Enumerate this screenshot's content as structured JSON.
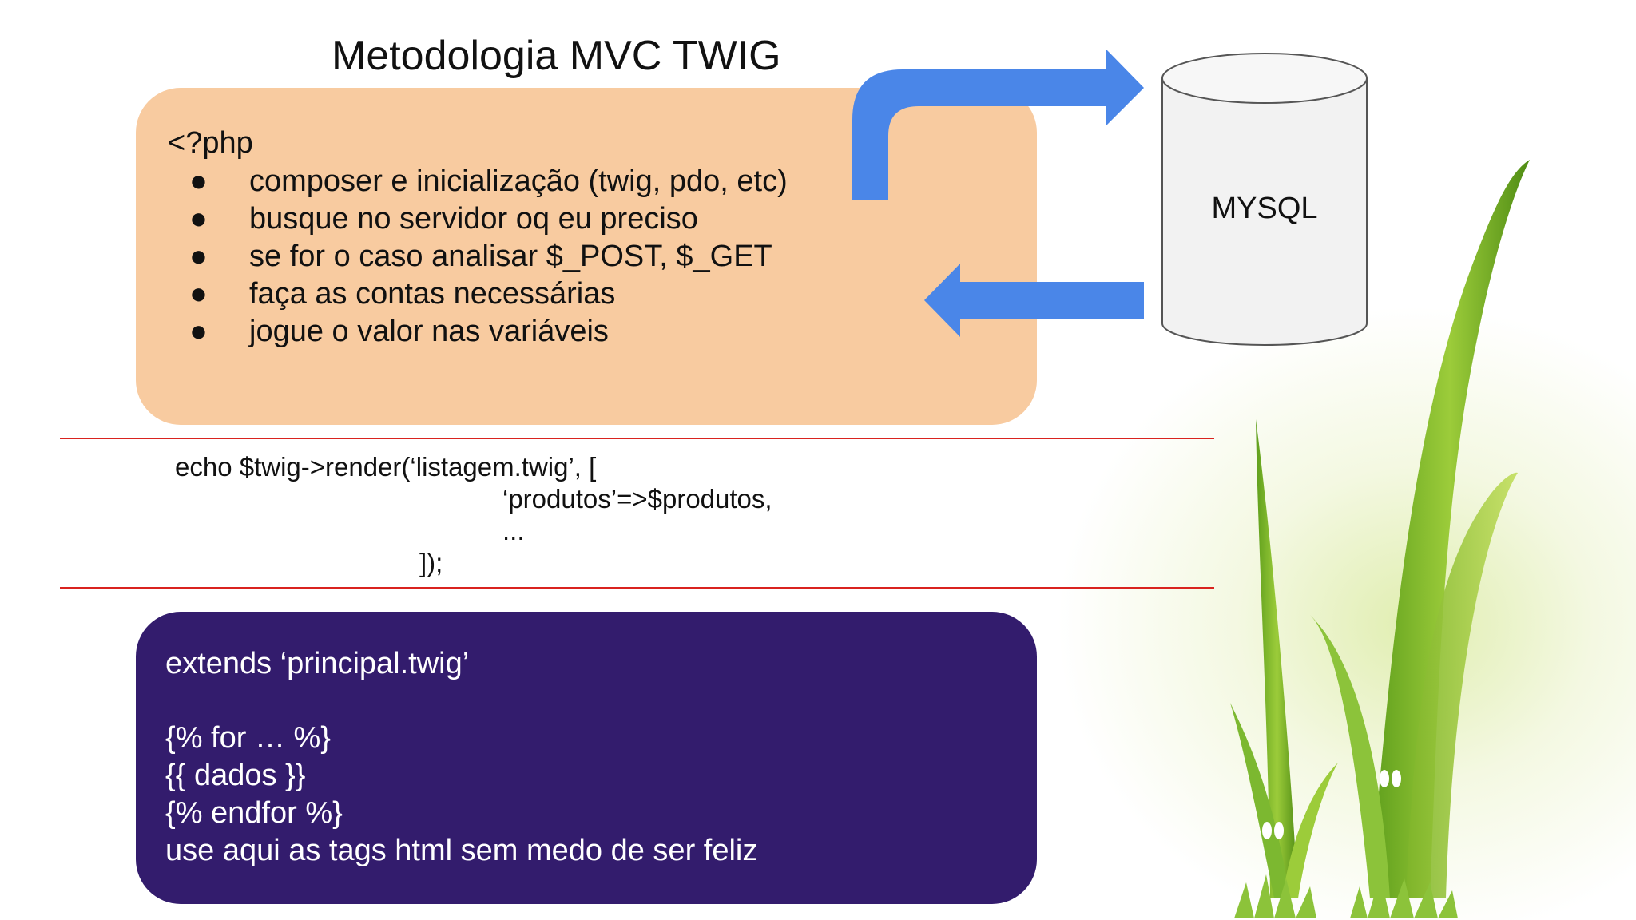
{
  "title": "Metodologia MVC TWIG",
  "php_block": {
    "open_tag": "<?php",
    "items": [
      "composer e inicialização (twig, pdo, etc)",
      "busque no servidor oq eu preciso",
      "se for o caso analisar $_POST, $_GET",
      "faça as contas necessárias",
      "jogue o valor nas variáveis"
    ],
    "bullet": "●",
    "color": "#f8cba0"
  },
  "database": {
    "label": "MYSQL"
  },
  "render_code": {
    "line1": "echo $twig->render(‘listagem.twig’, [",
    "line2": "‘produtos’=>$produtos,",
    "line3": "...",
    "line4": "]);"
  },
  "twig_block": {
    "line1": "extends ‘principal.twig’",
    "line2": "{% for … %}",
    "line3": "{{ dados }}",
    "line4": "{% endfor %}",
    "line5": "use aqui as tags html sem medo de ser feliz",
    "color": "#331c6d"
  },
  "colors": {
    "arrow": "#4a86e8",
    "separator": "#d9231f"
  }
}
